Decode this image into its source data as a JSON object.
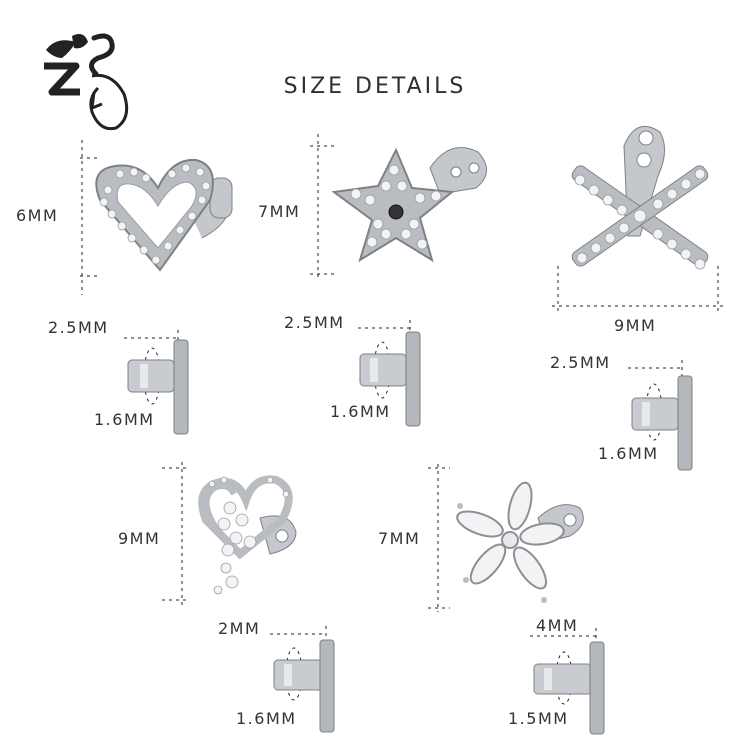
{
  "title": "SIZE DETAILS",
  "labels": {
    "heart_height": "6MM",
    "star_height": "7MM",
    "x_width": "9MM",
    "double_heart_height": "9MM",
    "flower_height": "7MM",
    "heart_base_width": "2.5MM",
    "heart_base_gauge": "1.6MM",
    "star_base_width": "2.5MM",
    "star_base_gauge": "1.6MM",
    "x_base_width": "2.5MM",
    "x_base_gauge": "1.6MM",
    "double_heart_base_width": "2MM",
    "double_heart_base_gauge": "1.6MM",
    "flower_base_width": "4MM",
    "flower_base_gauge": "1.5MM"
  },
  "colors": {
    "metal": "#b9bcc0",
    "metal_dark": "#7d8085",
    "gem": "#f2f3f5",
    "text": "#333333"
  },
  "icons": {
    "logo": "zs-swan-logo"
  }
}
